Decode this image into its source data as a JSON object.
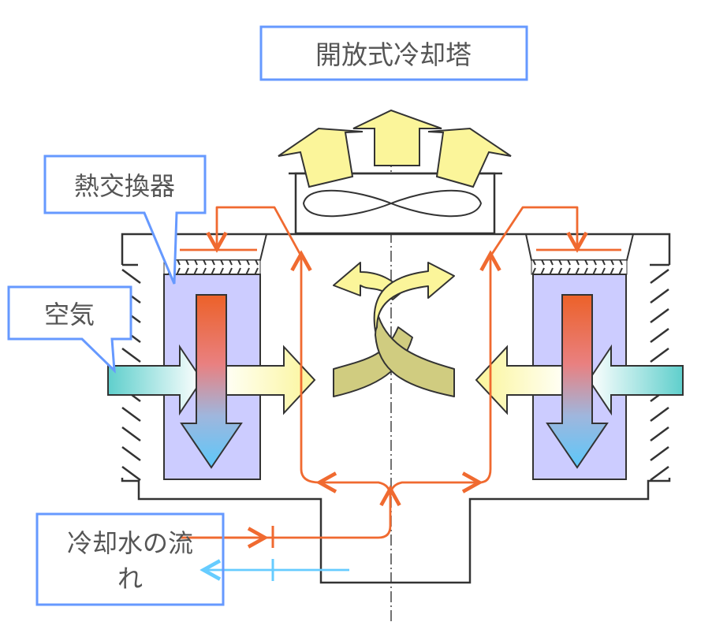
{
  "title": "開放式冷却塔",
  "labels": {
    "heat_exchanger": "熱交換器",
    "air": "空気",
    "cooling_water_flow_line1": "冷却水の流",
    "cooling_water_flow_line2": "れ"
  },
  "colors": {
    "label_border": "#6699ff",
    "label_text": "#555555",
    "hot_water": "#f06a30",
    "cold_water": "#66ccff",
    "outline": "#333333",
    "heat_exchanger_fill": "#ccccff",
    "exhaust_air": "#fbf59a",
    "inlet_air": "#5fcfcc",
    "swirl_light": "#fbf59a",
    "swirl_dark": "#d0cc80"
  },
  "legend": [
    {
      "name": "hot-water-supply",
      "color": "hot_water",
      "direction": "right"
    },
    {
      "name": "cold-water-return",
      "color": "cold_water",
      "direction": "left"
    }
  ]
}
